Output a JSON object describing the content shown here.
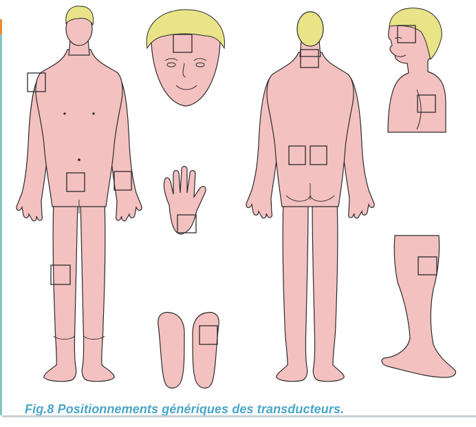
{
  "figure": {
    "caption": "Fig.8 Positionnements génériques des transducteurs.",
    "views": [
      "front-body",
      "face",
      "palm-hand",
      "soles-feet",
      "back-body",
      "side-upper-body",
      "side-leg"
    ],
    "colors": {
      "skin": "#f3c1c0",
      "hair": "#e8e487",
      "outline": "#2a2a2a",
      "accent_border": "#7fc8be",
      "caption": "#4aa6c8"
    }
  }
}
